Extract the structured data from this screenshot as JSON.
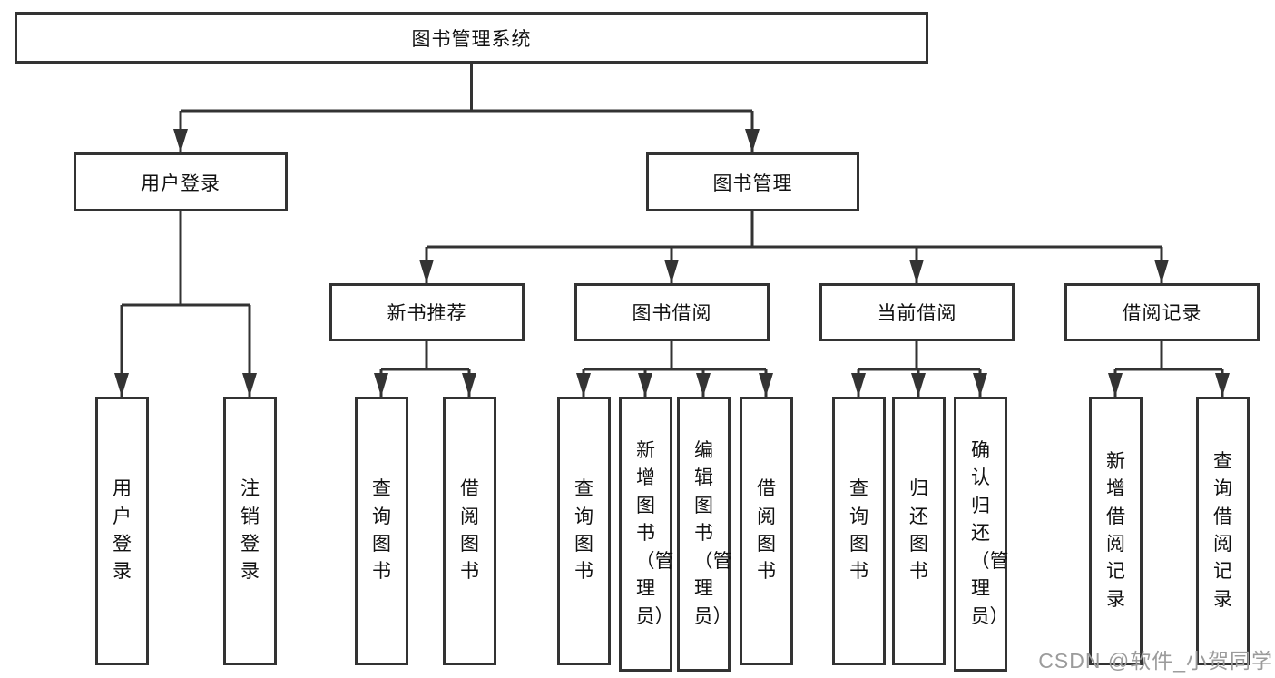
{
  "diagram": {
    "type": "hierarchy-tree",
    "watermark": "CSDN @软件_小贺同学",
    "colors": {
      "line": "#333333",
      "box_border": "#333333",
      "text": "#111111",
      "watermark": "#9b9b9b",
      "background": "#ffffff"
    },
    "nodes": {
      "root": "图书管理系统",
      "user_login": "用户登录",
      "book_mgmt": "图书管理",
      "new_book_rec": "新书推荐",
      "book_borrow": "图书借阅",
      "current_borrow": "当前借阅",
      "borrow_records": "借阅记录",
      "user_login_v": "用户登录",
      "logout": "注销登录",
      "query_books_1": "查询图书",
      "borrow_books_1": "借阅图书",
      "query_books_2": "查询图书",
      "add_books_admin": "新增图书（管理员）",
      "edit_books_admin": "编辑图书（管理员）",
      "borrow_books_2": "借阅图书",
      "query_books_3": "查询图书",
      "return_books": "归还图书",
      "confirm_return_admin": "确认归还（管理员）",
      "add_borrow_record": "新增借阅记录",
      "query_borrow_record": "查询借阅记录"
    },
    "hierarchy": {
      "图书管理系统": {
        "用户登录": [
          "用户登录",
          "注销登录"
        ],
        "图书管理": {
          "新书推荐": [
            "查询图书",
            "借阅图书"
          ],
          "图书借阅": [
            "查询图书",
            "新增图书（管理员）",
            "编辑图书（管理员）",
            "借阅图书"
          ],
          "当前借阅": [
            "查询图书",
            "归还图书",
            "确认归还（管理员）"
          ],
          "借阅记录": [
            "新增借阅记录",
            "查询借阅记录"
          ]
        }
      }
    }
  }
}
